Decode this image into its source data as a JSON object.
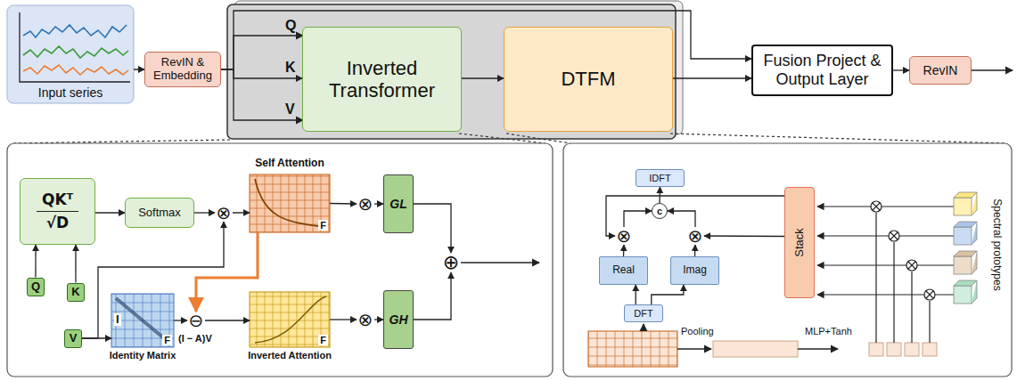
{
  "diagram": {
    "nodes": [
      {
        "text": [
          "Input series"
        ]
      },
      {
        "text": [
          "RevIN & Embedding"
        ]
      },
      {
        "text": [
          "Inverted Transformer"
        ]
      },
      {
        "text": [
          "DTFM"
        ]
      },
      {
        "text": [
          "Fusion Project & Output Layer"
        ]
      },
      {
        "text": [
          "RevIN"
        ]
      },
      {
        "text": [
          "QKᵀ",
          "√D"
        ]
      },
      {
        "text": [
          "Softmax"
        ]
      },
      {
        "text": [
          "Q"
        ]
      },
      {
        "text": [
          "K"
        ]
      },
      {
        "text": [
          "V"
        ]
      },
      {
        "text": [
          "⊗"
        ]
      },
      {
        "text": [
          "Self Attention",
          "F"
        ]
      },
      {
        "text": [
          "I",
          "F",
          "Identity Matrix"
        ]
      },
      {
        "text": [
          "⊖"
        ]
      },
      {
        "text": [
          "F",
          "Inverted Attention"
        ]
      },
      {
        "text": [
          "⊗"
        ]
      },
      {
        "text": [
          "⊗"
        ]
      },
      {
        "text": [
          "GL"
        ]
      },
      {
        "text": [
          "GH"
        ]
      },
      {
        "text": [
          "⊕"
        ]
      },
      {
        "text": [
          "DFT"
        ]
      },
      {
        "text": [
          "Real"
        ]
      },
      {
        "text": [
          "Imag"
        ]
      },
      {
        "text": [
          "⊗"
        ]
      },
      {
        "text": [
          "⊗"
        ]
      },
      {
        "text": [
          "c"
        ]
      },
      {
        "text": [
          "IDFT"
        ]
      },
      {
        "text": [
          "Stack"
        ]
      }
    ],
    "edges": [
      {
        "from": 0,
        "to": 1,
        "arrow": "to"
      },
      {
        "from": 1,
        "to": 2,
        "arrow": "to"
      },
      {
        "from": 1,
        "to": 4,
        "arrow": "to"
      },
      {
        "from": 2,
        "to": 3,
        "arrow": "to"
      },
      {
        "from": 3,
        "to": 4,
        "arrow": "to"
      },
      {
        "from": 4,
        "to": 5,
        "arrow": "to"
      },
      {
        "from": 8,
        "to": 6,
        "arrow": "to"
      },
      {
        "from": 9,
        "to": 6,
        "arrow": "to"
      },
      {
        "from": 6,
        "to": 7,
        "arrow": "to"
      },
      {
        "from": 7,
        "to": 11,
        "arrow": "to"
      },
      {
        "from": 10,
        "to": 11,
        "arrow": "to"
      },
      {
        "from": 10,
        "to": 13,
        "arrow": "to"
      },
      {
        "from": 11,
        "to": 12,
        "arrow": "to"
      },
      {
        "from": 13,
        "to": 14,
        "arrow": "to"
      },
      {
        "from": 12,
        "to": 14,
        "arrow": "to"
      },
      {
        "from": 14,
        "to": 15,
        "arrow": "to"
      },
      {
        "from": 12,
        "to": 16,
        "arrow": "to"
      },
      {
        "from": 15,
        "to": 17,
        "arrow": "to"
      },
      {
        "from": 16,
        "to": 18,
        "arrow": "to"
      },
      {
        "from": 17,
        "to": 19,
        "arrow": "to"
      },
      {
        "from": 18,
        "to": 20,
        "arrow": "to"
      },
      {
        "from": 19,
        "to": 20,
        "arrow": "to"
      },
      {
        "from": 21,
        "to": 22,
        "arrow": "to"
      },
      {
        "from": 21,
        "to": 23,
        "arrow": "to"
      },
      {
        "from": 22,
        "to": 24,
        "arrow": "to"
      },
      {
        "from": 23,
        "to": 25,
        "arrow": "to"
      },
      {
        "from": 24,
        "to": 26,
        "arrow": "to"
      },
      {
        "from": 25,
        "to": 26,
        "arrow": "to"
      },
      {
        "from": 26,
        "to": 27,
        "arrow": "to"
      },
      {
        "from": 28,
        "to": 24,
        "arrow": "to"
      },
      {
        "from": 28,
        "to": 25,
        "arrow": "to"
      }
    ],
    "labels": [
      "Q",
      "K",
      "V",
      "(I − A)V",
      "Pooling",
      "MLP+Tanh",
      "Spectral prototypes"
    ]
  }
}
